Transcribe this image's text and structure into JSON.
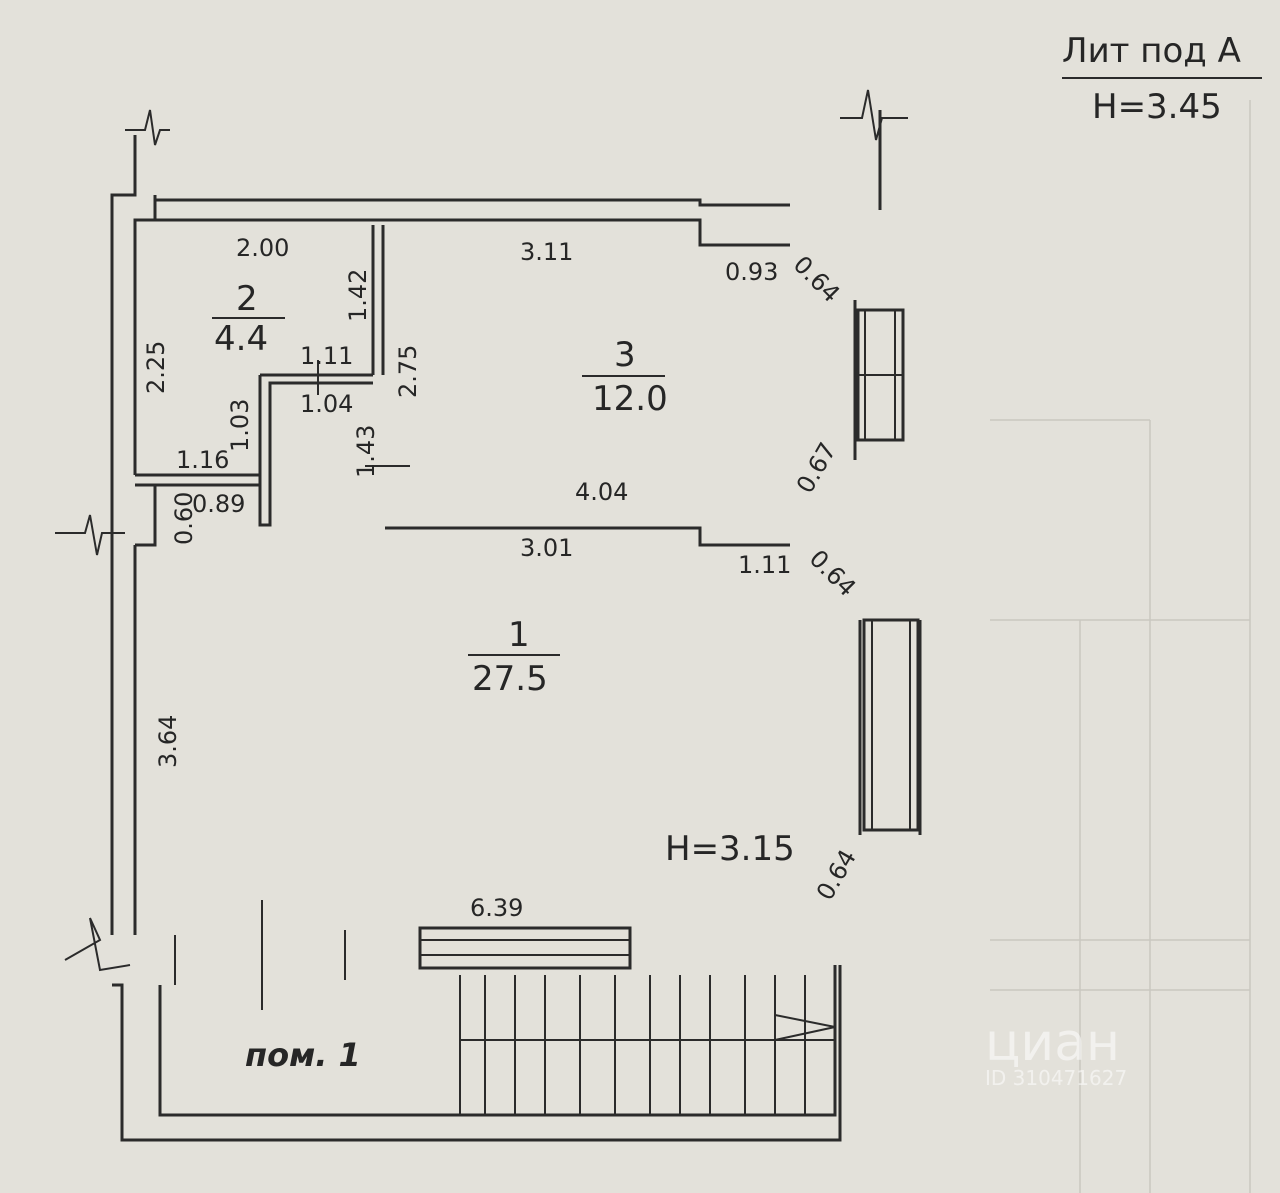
{
  "header": {
    "lit": "Лит под А",
    "height": "H=3.45"
  },
  "rooms": {
    "r1": {
      "number": "1",
      "area": "27.5"
    },
    "r2": {
      "number": "2",
      "area": "4.4"
    },
    "r3": {
      "number": "3",
      "area": "12.0"
    }
  },
  "dimensions": {
    "d_2_00": "2.00",
    "d_3_11": "3.11",
    "d_0_93": "0.93",
    "d_0_64_top": "0.64",
    "d_1_42": "1.42",
    "d_2_25": "2.25",
    "d_1_11_top": "1.11",
    "d_1_04": "1.04",
    "d_2_75": "2.75",
    "d_1_03": "1.03",
    "d_1_43": "1.43",
    "d_1_16": "1.16",
    "d_0_89": "0.89",
    "d_0_60": "0.60",
    "d_4_04": "4.04",
    "d_0_67": "0.67",
    "d_3_01": "3.01",
    "d_1_11_mid": "1.11",
    "d_0_64_mid": "0.64",
    "d_3_64": "3.64",
    "d_6_39": "6.39",
    "d_0_64_bot": "0.64"
  },
  "ceiling_height": "H=3.15",
  "premise_label": "пом. 1",
  "watermark": {
    "brand": "циан",
    "id": "ID 310471627"
  }
}
